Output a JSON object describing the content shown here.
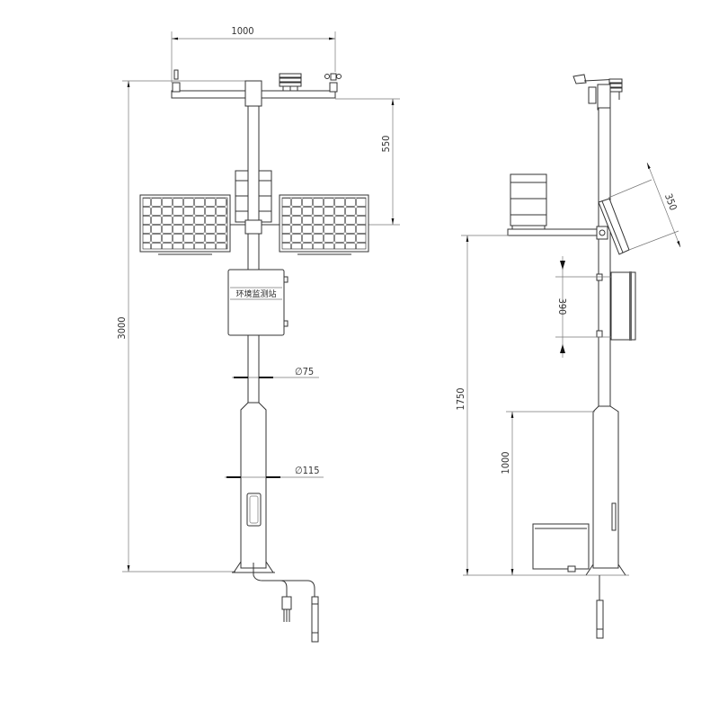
{
  "front_view": {
    "dim_crossarm_width": "1000",
    "dim_arm_to_panel": "550",
    "dim_total_height": "3000",
    "dim_upper_pole_diameter": "∅75",
    "dim_lower_pole_diameter": "∅115",
    "enclosure_label": "环境监测站"
  },
  "side_view": {
    "dim_panel_width": "350",
    "dim_enclosure_mount": "390",
    "dim_arm_height": "1750",
    "dim_lower_pole_height": "1000"
  }
}
